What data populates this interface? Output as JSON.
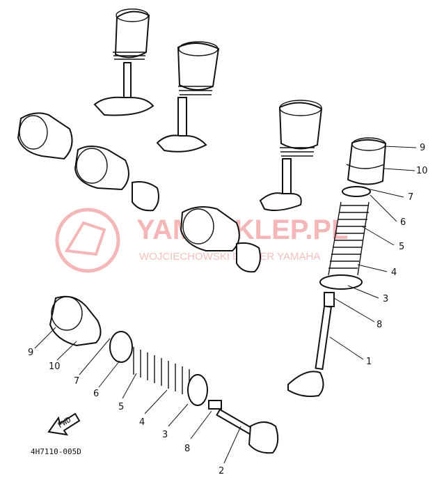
{
  "watermark": {
    "title": "YAMASKLEP.PL",
    "subtitle": "WOJCIECHOWSKI DEALER YAMAHA",
    "color": "#f4b6b6"
  },
  "diagram_code": "4H7110-005D",
  "direction_label": "FWD",
  "callouts_right": [
    "9",
    "10",
    "7",
    "6",
    "5",
    "4",
    "3",
    "8",
    "1"
  ],
  "callouts_left": [
    "9",
    "10",
    "7",
    "6",
    "5",
    "4",
    "3",
    "8",
    "2"
  ]
}
